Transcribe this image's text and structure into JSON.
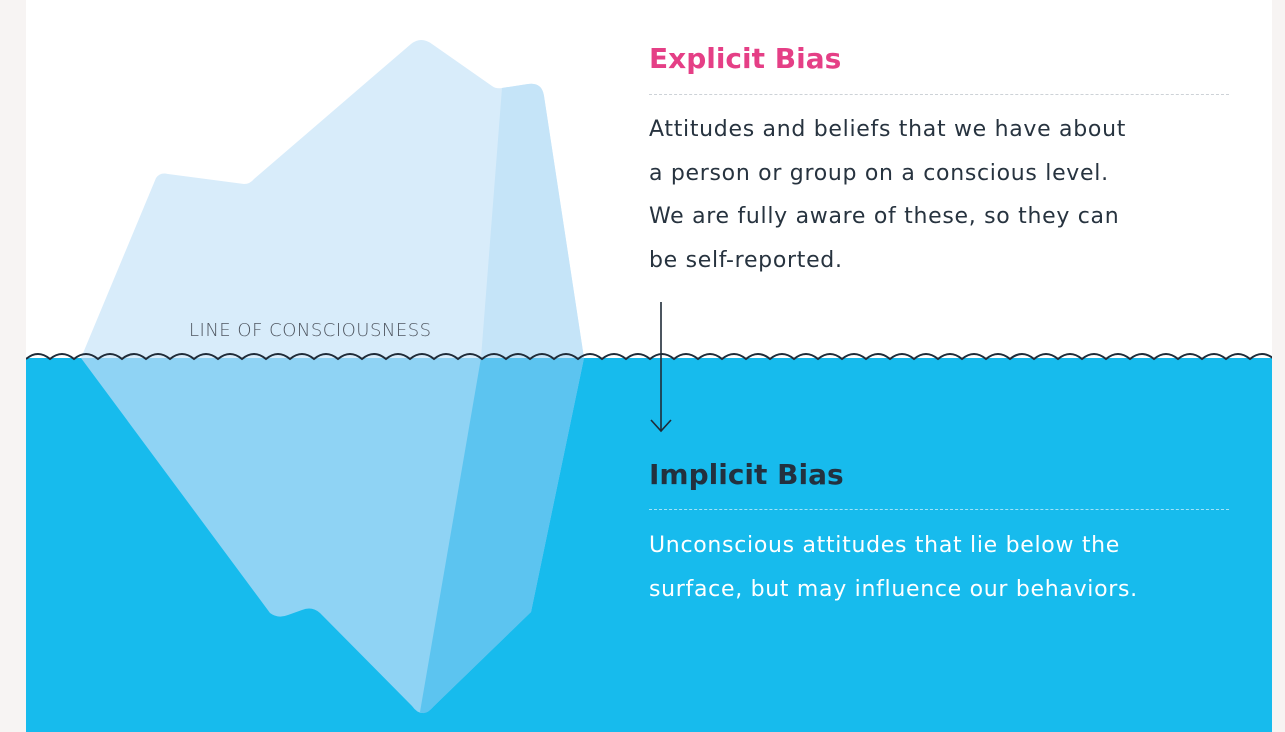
{
  "colors": {
    "water": "#17bbed",
    "iceberg_light": "#d8ecfa",
    "iceberg_shade": "#c5e4f8",
    "explicit_title": "#e53f86",
    "implicit_title": "#23313f",
    "body_text": "#27333f"
  },
  "consciousness_label": "LINE OF CONSCIOUSNESS",
  "explicit": {
    "title": "Explicit Bias",
    "lines": [
      "Attitudes and beliefs that we have about",
      "a person or group on a conscious level.",
      "We are fully aware of these, so they can",
      "be self-reported."
    ]
  },
  "implicit": {
    "title": "Implicit Bias",
    "lines": [
      "Unconscious attitudes that lie below the",
      "surface, but may influence our behaviors."
    ]
  },
  "icons": {
    "arrow": "down-arrow-icon",
    "wave": "wave-line"
  }
}
